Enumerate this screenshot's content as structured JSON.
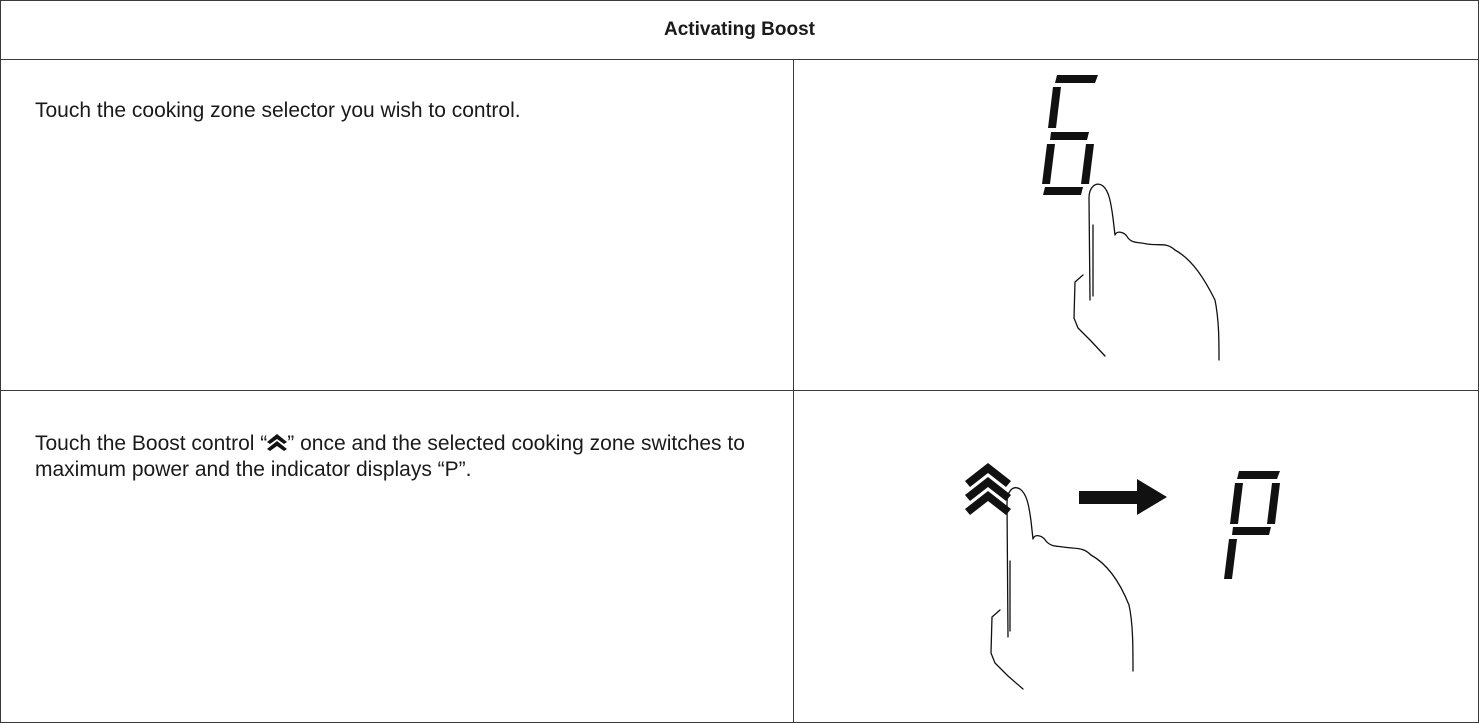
{
  "table": {
    "title": "Activating Boost",
    "steps": [
      {
        "instruction": "Touch the cooking zone selector you wish to control.",
        "display_digit": "6"
      },
      {
        "instruction_before": "Touch the Boost control “",
        "boost_symbol": "▲▲",
        "instruction_after": "” once and the selected cooking zone switches to maximum power and the indicator displays “P”.",
        "display_result": "P",
        "icons": [
          "boost-double-chevron-icon",
          "arrow-right-icon",
          "finger-pointing-icon"
        ]
      }
    ]
  }
}
